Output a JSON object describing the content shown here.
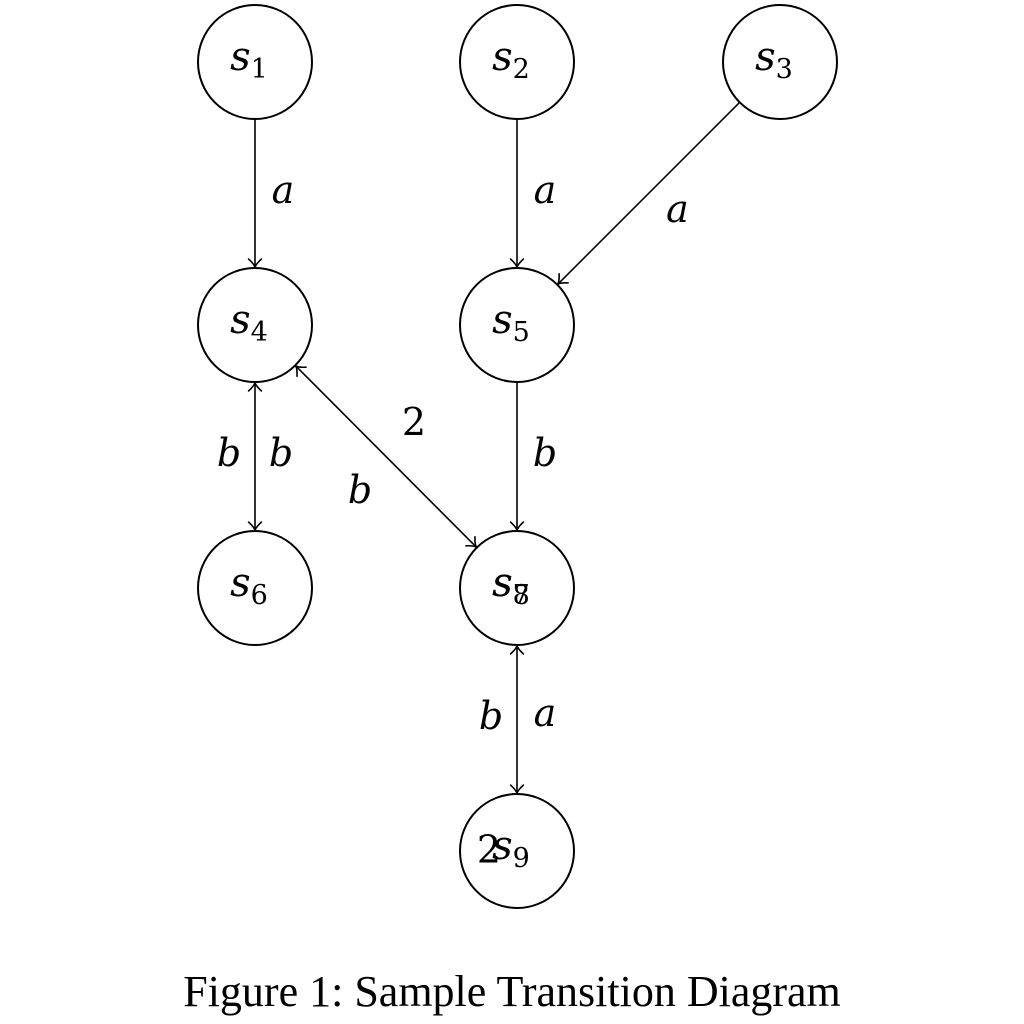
{
  "diagram": {
    "caption": "Figure 1: Sample Transition Diagram",
    "nodes": [
      {
        "id": "s1",
        "base": "s",
        "sub": "1"
      },
      {
        "id": "s2",
        "base": "s",
        "sub": "2"
      },
      {
        "id": "s3",
        "base": "s",
        "sub": "3"
      },
      {
        "id": "s4",
        "base": "s",
        "sub": "4"
      },
      {
        "id": "s5",
        "base": "s",
        "sub": "5"
      },
      {
        "id": "s6",
        "base": "s",
        "sub": "6"
      },
      {
        "id": "s7",
        "base": "s",
        "sub": "7"
      },
      {
        "id": "s8",
        "base": "s",
        "sub": "8"
      },
      {
        "id": "s9",
        "base": "s",
        "sub": "9"
      }
    ],
    "edges": [
      {
        "from": "s1",
        "to": "s4",
        "label": "a"
      },
      {
        "from": "s2",
        "to": "s5",
        "label": "a"
      },
      {
        "from": "s3",
        "to": "s5",
        "label": "a"
      },
      {
        "from": "s4",
        "to": "s6",
        "label": "b"
      },
      {
        "from": "s6",
        "to": "s4",
        "label": "b"
      },
      {
        "from": "s4",
        "to": "s7",
        "label": "b"
      },
      {
        "from": "s7",
        "to": "s4",
        "label": "2"
      },
      {
        "from": "s5",
        "to": "s7",
        "label": "b"
      },
      {
        "from": "s8",
        "to": "s9",
        "label": "b"
      },
      {
        "from": "s9",
        "to": "s8",
        "label": "a"
      }
    ],
    "stray_labels": [
      {
        "text": "2",
        "near": "s9"
      }
    ]
  }
}
